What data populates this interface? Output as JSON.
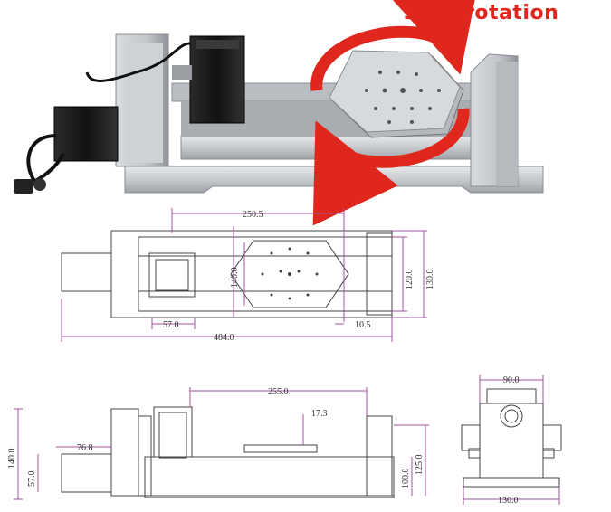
{
  "photo": {
    "rotation_label": "360° rotation"
  },
  "top_view": {
    "dim_length": "250.5",
    "dim_inner_height": "140.0",
    "dim_width_a": "120.0",
    "dim_width_b": "130.0",
    "dim_left_offset": "57.0",
    "dim_right_offset": "10.5",
    "dim_total_length": "484.0"
  },
  "side_view": {
    "dim_length": "255.0",
    "dim_plate": "17.3",
    "dim_motor": "76.8",
    "dim_height_total": "140.0",
    "dim_height_shaft": "57.0",
    "dim_height_a": "100.0",
    "dim_height_b": "125.0"
  },
  "end_view": {
    "dim_top": "90.0",
    "dim_bottom": "130.0"
  },
  "colors": {
    "accent": "#e0271d",
    "dimension_line": "#a050a0",
    "aluminium": "#c9ccd0"
  }
}
